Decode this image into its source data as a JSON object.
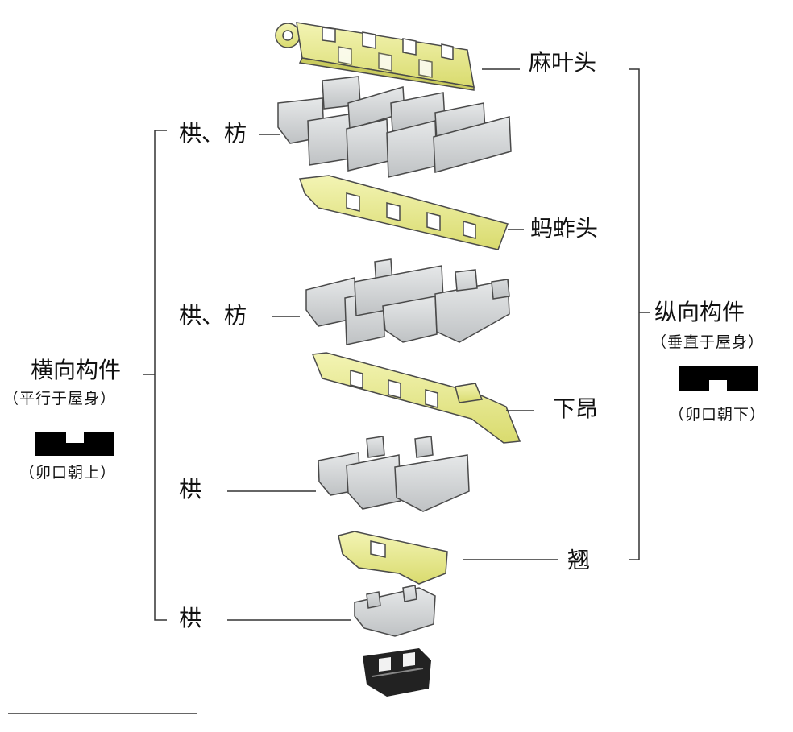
{
  "colors": {
    "horizontal_fill": "#d8dadb",
    "vertical_fill": "#eef0a0",
    "outline": "#4a4a4a",
    "base_block": "#222222",
    "bracket_line": "#333333"
  },
  "groups": {
    "horizontal": {
      "title": "横向构件",
      "subtitle": "（平行于屋身）",
      "notch_note": "（卯口朝上）",
      "notch_icon": "notch-up-icon"
    },
    "vertical": {
      "title": "纵向构件",
      "subtitle": "（垂直于屋身）",
      "notch_note": "（卯口朝下）",
      "notch_icon": "notch-down-icon"
    }
  },
  "components": {
    "maye_tou": "麻叶头",
    "gong_fang_1": "栱、枋",
    "mazha_tou": "蚂蚱头",
    "gong_fang_2": "栱、枋",
    "xia_ang": "下昂",
    "gong_1": "栱",
    "qiao": "翘",
    "gong_2": "栱"
  }
}
